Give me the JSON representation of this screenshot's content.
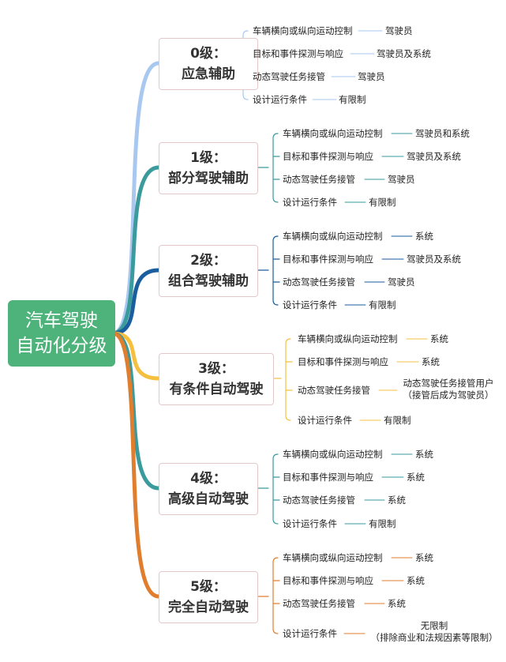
{
  "root": {
    "line1": "汽车驾驶",
    "line2": "自动化分级"
  },
  "levels": [
    {
      "title": "0级：",
      "name": "应急辅助",
      "color": "#a8c8f0",
      "items": [
        {
          "label": "车辆横向或纵向运动控制",
          "value": "驾驶员"
        },
        {
          "label": "目标和事件探测与响应",
          "value": "驾驶员及系统"
        },
        {
          "label": "动态驾驶任务接管",
          "value": "驾驶员"
        },
        {
          "label": "设计运行条件",
          "value": "有限制"
        }
      ]
    },
    {
      "title": "1级：",
      "name": "部分驾驶辅助",
      "color": "#3a9a9c",
      "items": [
        {
          "label": "车辆横向或纵向运动控制",
          "value": "驾驶员和系统"
        },
        {
          "label": "目标和事件探测与响应",
          "value": "驾驶员及系统"
        },
        {
          "label": "动态驾驶任务接管",
          "value": "驾驶员"
        },
        {
          "label": "设计运行条件",
          "value": "有限制"
        }
      ]
    },
    {
      "title": "2级：",
      "name": "组合驾驶辅助",
      "color": "#1a5e9e",
      "items": [
        {
          "label": "车辆横向或纵向运动控制",
          "value": "系统"
        },
        {
          "label": "目标和事件探测与响应",
          "value": "驾驶员及系统"
        },
        {
          "label": "动态驾驶任务接管",
          "value": "驾驶员"
        },
        {
          "label": "设计运行条件",
          "value": "有限制"
        }
      ]
    },
    {
      "title": "3级：",
      "name": "有条件自动驾驶",
      "color": "#f5c040",
      "items": [
        {
          "label": "车辆横向或纵向运动控制",
          "value": "系统"
        },
        {
          "label": "目标和事件探测与响应",
          "value": "系统"
        },
        {
          "label": "动态驾驶任务接管",
          "value": "动态驾驶任务接管用户",
          "value2": "（接管后成为驾驶员）"
        },
        {
          "label": "设计运行条件",
          "value": "有限制"
        }
      ]
    },
    {
      "title": "4级：",
      "name": "高级自动驾驶",
      "color": "#3a9a9c",
      "items": [
        {
          "label": "车辆横向或纵向运动控制",
          "value": "系统"
        },
        {
          "label": "目标和事件探测与响应",
          "value": "系统"
        },
        {
          "label": "动态驾驶任务接管",
          "value": "系统"
        },
        {
          "label": "设计运行条件",
          "value": "有限制"
        }
      ]
    },
    {
      "title": "5级：",
      "name": "完全自动驾驶",
      "color": "#e07e2e",
      "items": [
        {
          "label": "车辆横向或纵向运动控制",
          "value": "系统"
        },
        {
          "label": "目标和事件探测与响应",
          "value": "系统"
        },
        {
          "label": "动态驾驶任务接管",
          "value": "系统"
        },
        {
          "label": "设计运行条件",
          "value": "无限制",
          "value2": "（排除商业和法规因素等限制）"
        }
      ]
    }
  ]
}
